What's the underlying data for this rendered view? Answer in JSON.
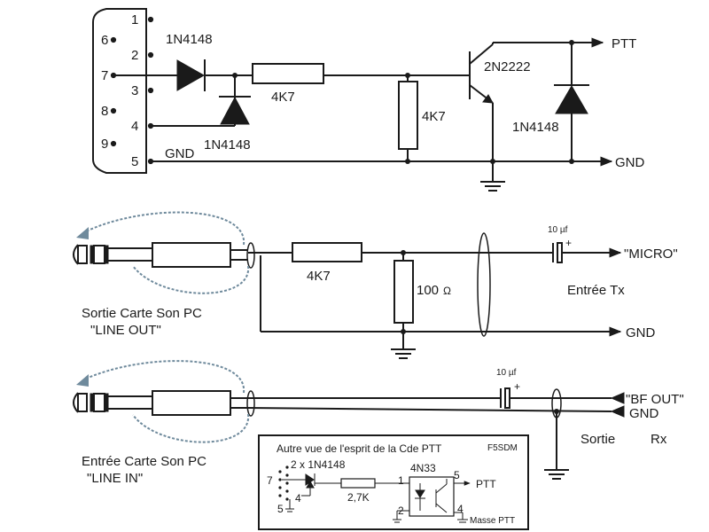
{
  "db9": {
    "pins_left": [
      "6",
      "7",
      "8",
      "9"
    ],
    "pins_right": [
      "1",
      "2",
      "3",
      "4",
      "5"
    ],
    "gnd_label": "GND"
  },
  "top": {
    "diode1": "1N4148",
    "diode2": "1N4148",
    "resistor_series": "4K7",
    "resistor_shunt": "4K7",
    "transistor": "2N2222",
    "diode3": "1N4148",
    "ptt_label": "PTT",
    "gnd_label": "GND"
  },
  "tx": {
    "resistor_series": "4K7",
    "resistor_shunt": "100",
    "ohm_symbol": "Ω",
    "capacitor": "10 µf",
    "plus": "+",
    "micro_label": "\"MICRO\"",
    "gnd_label": "GND",
    "entree_label": "Entrée Tx",
    "jack_line1": "Sortie Carte Son PC",
    "jack_line2": "\"LINE OUT\""
  },
  "rx": {
    "capacitor": "10 µf",
    "plus": "+",
    "bf_label": "\"BF OUT\"",
    "gnd_label": "GND",
    "sortie_label": "Sortie",
    "rx_label": "Rx",
    "jack_line1": "Entrée Carte Son PC",
    "jack_line2": "\"LINE IN\""
  },
  "inset": {
    "title": "Autre vue de l'esprit de la Cde PTT",
    "author": "F5SDM",
    "diodes": "2 x 1N4148",
    "resistor": "2,7K",
    "optocoupler": "4N33",
    "pin7": "7",
    "pin4": "4",
    "pin5": "5",
    "opto_pin1": "1",
    "opto_pin2": "2",
    "opto_pin5": "5",
    "opto_pin4": "4",
    "ptt_label": "PTT",
    "masse_label": "Masse PTT"
  }
}
